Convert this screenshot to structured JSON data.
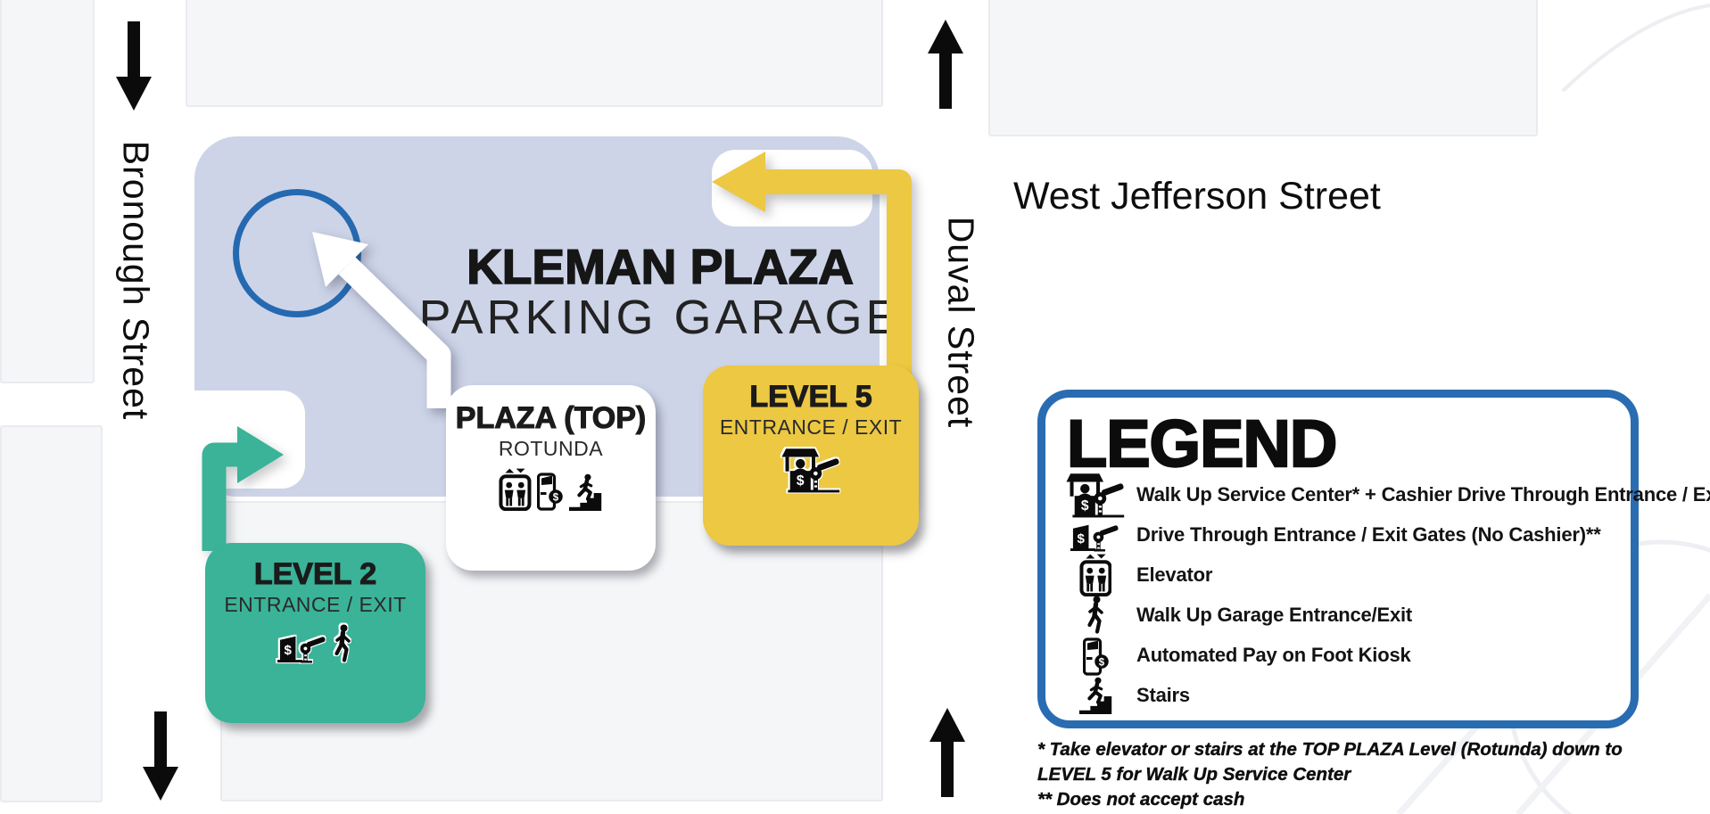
{
  "map": {
    "streets": {
      "bronough": "Bronough Street",
      "duval": "Duval Street",
      "west_jefferson": "West Jefferson Street"
    },
    "one_way_arrows": [
      "down-bronough-top",
      "down-bronough-bottom",
      "up-duval-top",
      "up-duval-bottom"
    ],
    "garage": {
      "title_line1": "KLEMAN PLAZA",
      "title_line2": "PARKING GARAGE",
      "rotunda_marker": "rotunda-circle"
    },
    "callouts": {
      "plaza_top": {
        "title": "PLAZA (TOP)",
        "subtitle": "ROTUNDA",
        "icons": [
          "elevator-icon",
          "pay-kiosk-icon",
          "stairs-icon"
        ]
      },
      "level5": {
        "title": "LEVEL 5",
        "subtitle": "ENTRANCE / EXIT",
        "icons": [
          "cashier-booth-gate-icon"
        ]
      },
      "level2": {
        "title": "LEVEL 2",
        "subtitle": "ENTRANCE / EXIT",
        "icons": [
          "drive-gate-icon",
          "walker-icon"
        ]
      }
    }
  },
  "legend": {
    "title": "LEGEND",
    "items": [
      {
        "icon": "cashier-booth-gate-icon",
        "label": "Walk Up Service Center* + Cashier Drive Through Entrance / Exit Gates"
      },
      {
        "icon": "drive-gate-icon",
        "label": "Drive Through Entrance / Exit Gates (No Cashier)**"
      },
      {
        "icon": "elevator-icon",
        "label": "Elevator"
      },
      {
        "icon": "walker-icon",
        "label": "Walk Up Garage Entrance/Exit"
      },
      {
        "icon": "pay-kiosk-icon",
        "label": "Automated Pay on Foot Kiosk"
      },
      {
        "icon": "stairs-icon",
        "label": "Stairs"
      }
    ],
    "footnotes": [
      "* Take elevator or stairs at the TOP PLAZA Level (Rotunda) down to LEVEL 5 for Walk Up Service Center",
      "** Does not accept cash"
    ]
  },
  "colors": {
    "garage_fill": "#cdd4e8",
    "accent_blue": "#2a6cb2",
    "rotunda_blue": "#2569b0",
    "level5_yellow": "#ecc843",
    "level2_teal": "#3ab398",
    "block_fill": "#f4f6f8"
  }
}
